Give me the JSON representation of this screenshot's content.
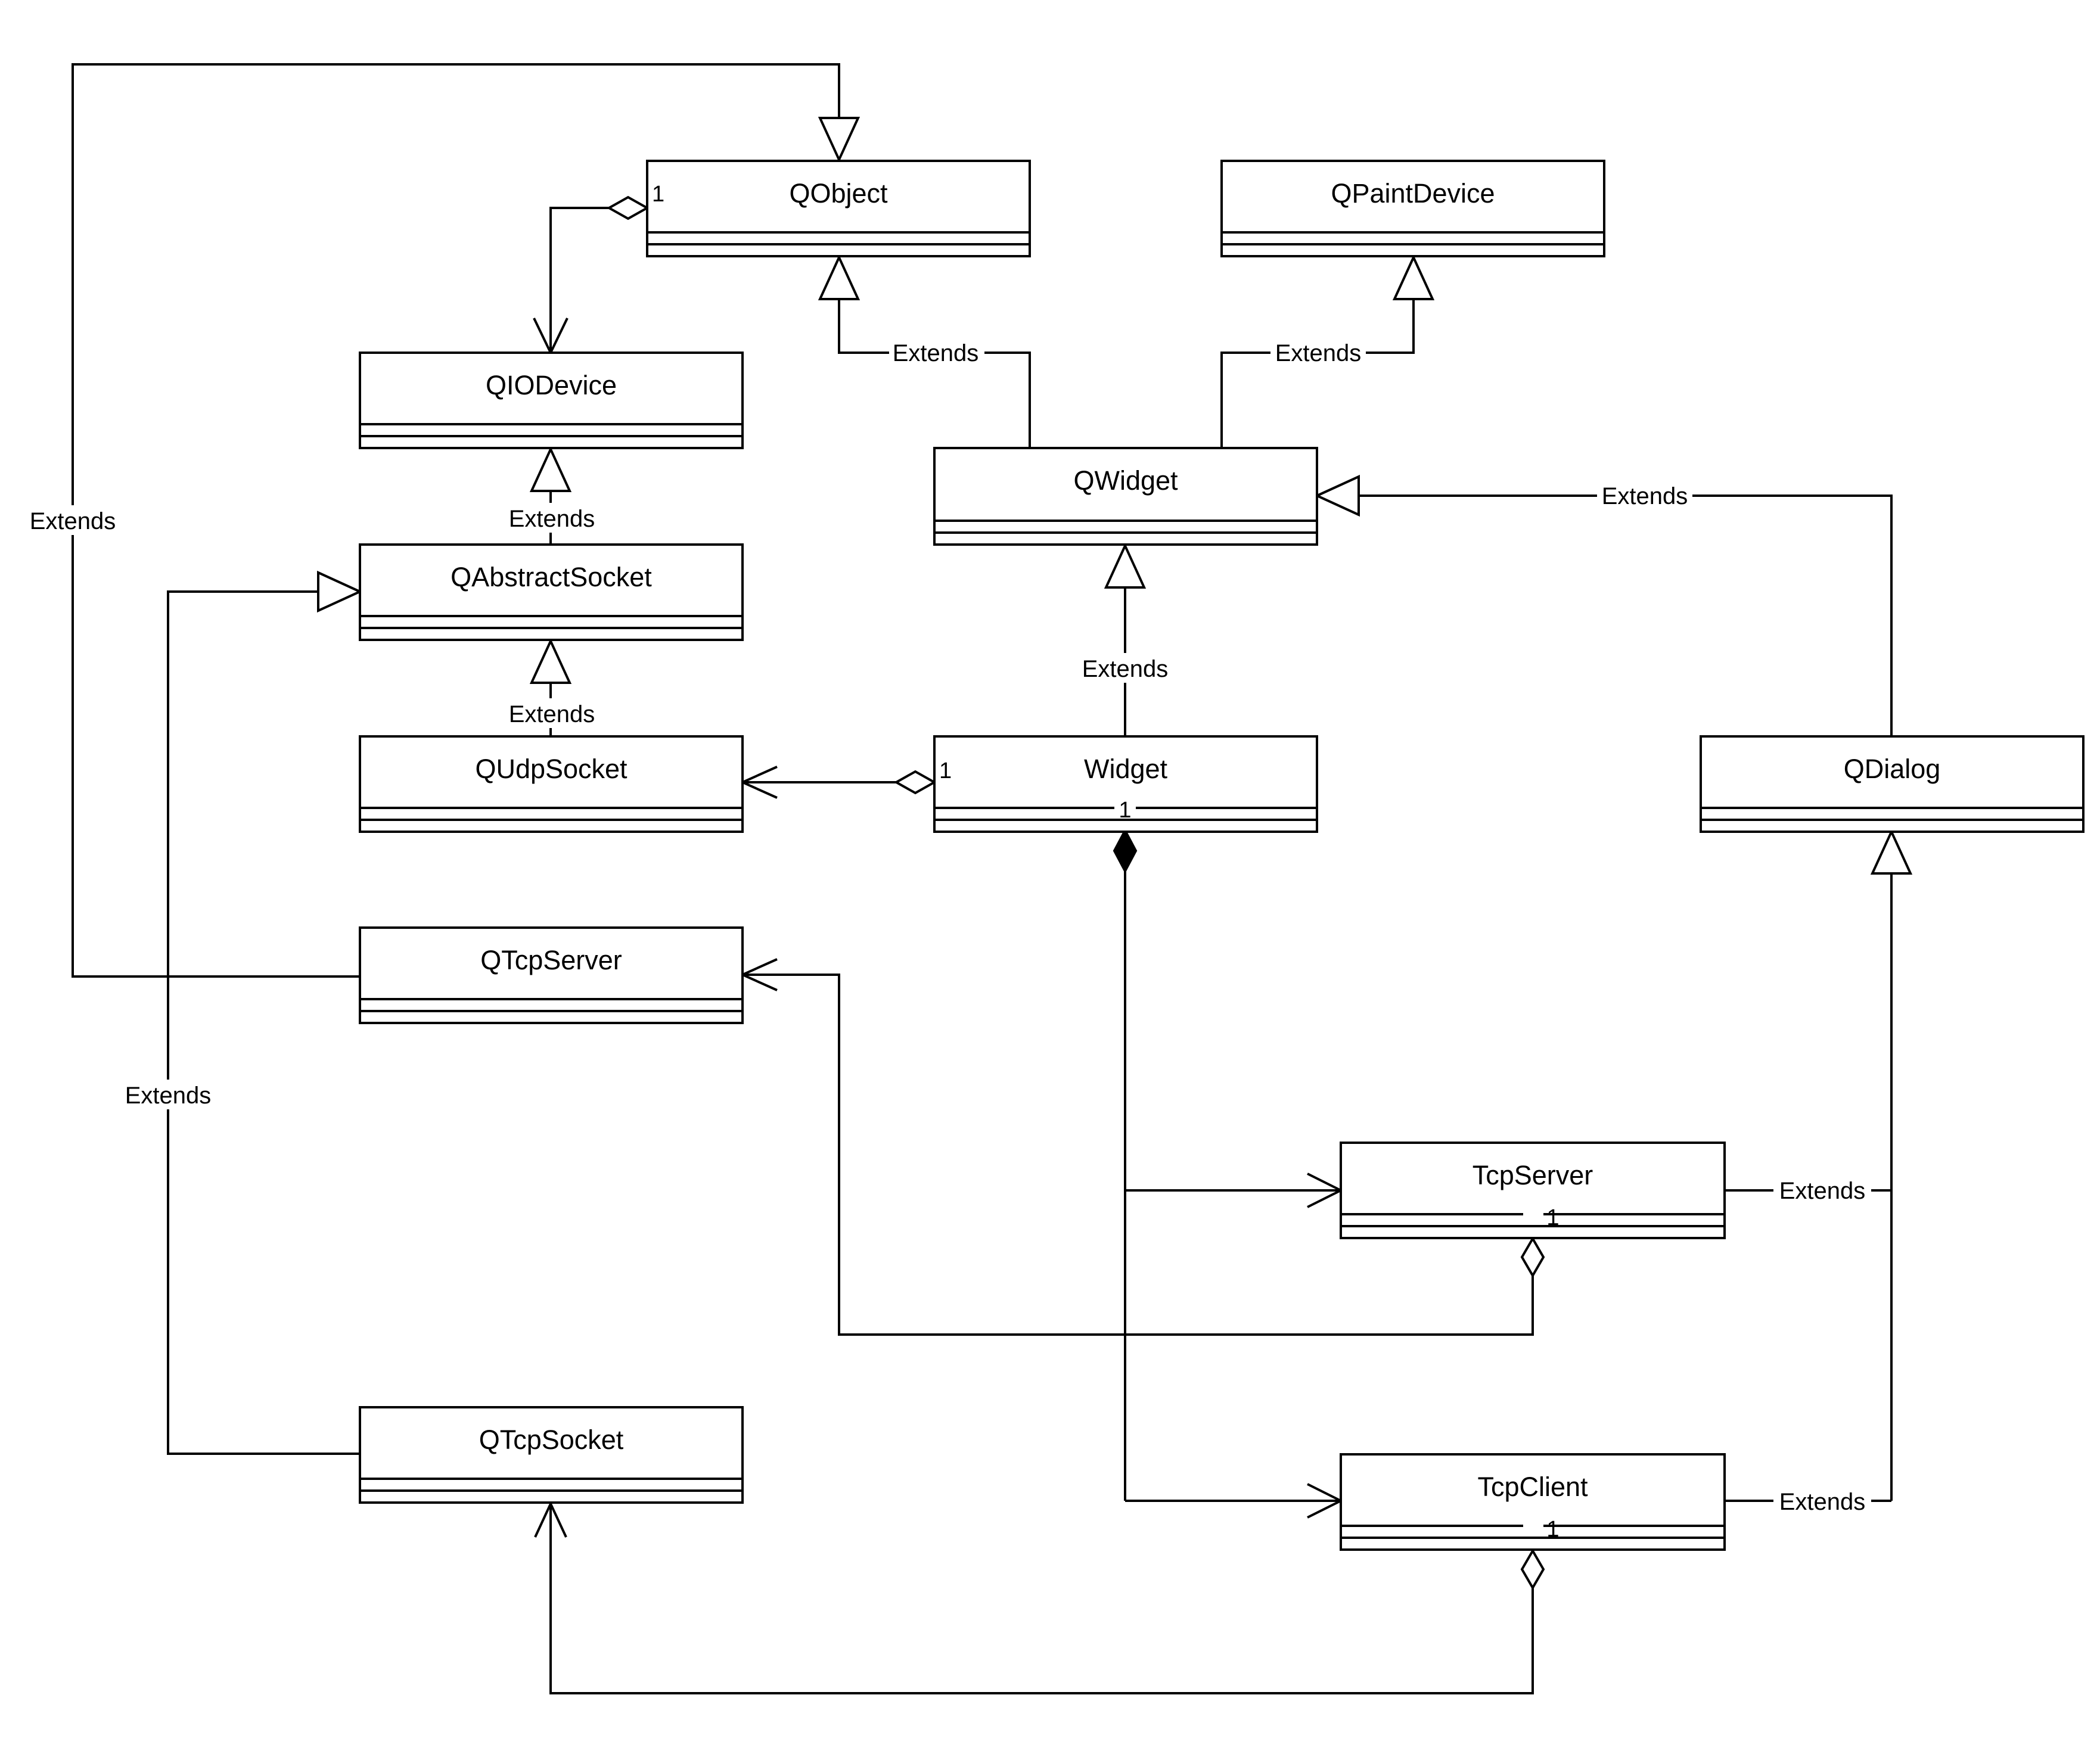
{
  "classes": {
    "qobject": "QObject",
    "qpaintdevice": "QPaintDevice",
    "qiodevice": "QIODevice",
    "qwidget": "QWidget",
    "qabstractsocket": "QAbstractSocket",
    "qudpsocket": "QUdpSocket",
    "widget": "Widget",
    "qdialog": "QDialog",
    "qtcpserver": "QTcpServer",
    "tcpserver": "TcpServer",
    "qtcpsocket": "QTcpSocket",
    "tcpclient": "TcpClient"
  },
  "edge_labels": {
    "widget_extends_qobject": "Extends",
    "widget_extends_qpaintdevice": "Extends",
    "qabstractsocket_extends_qiodevice": "Extends",
    "qudpsocket_extends_qabstractsocket": "Extends",
    "qdialog_extends_qwidget": "Extends",
    "widget_extends_qwidget": "Extends",
    "qtcpserver_extends_qobject": "Extends",
    "qtcpsocket_extends_qabstractsocket": "Extends",
    "tcpserver_extends_qdialog": "Extends",
    "tcpclient_extends_qdialog": "Extends"
  },
  "multiplicities": {
    "qobject_agg": "1",
    "widget_agg": "1",
    "widget_bottom": "1",
    "tcpserver_bottom": "1",
    "tcpclient_bottom": "1"
  }
}
